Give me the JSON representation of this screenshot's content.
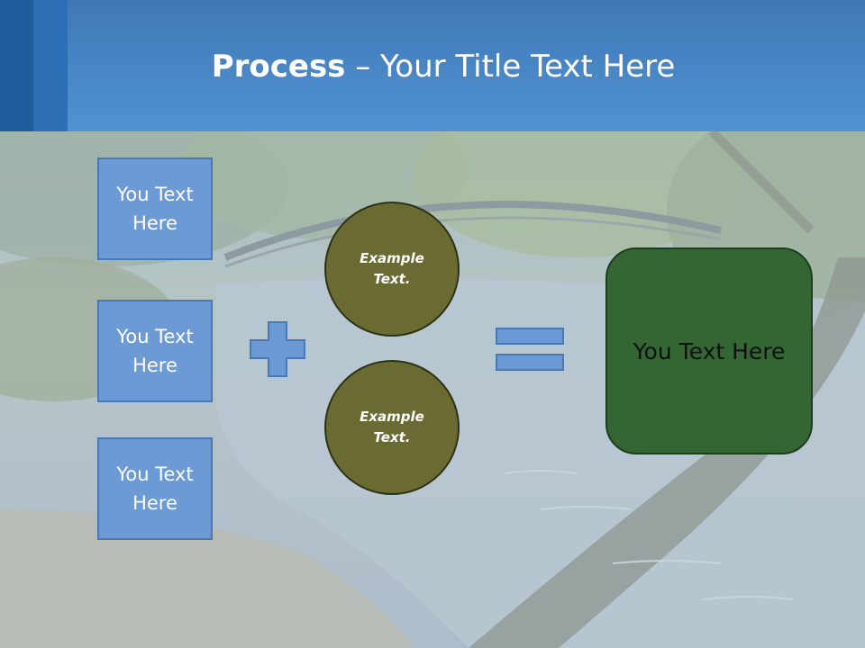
{
  "header": {
    "title_bold": "Process",
    "title_rest": " – Your Title Text Here"
  },
  "inputs": [
    {
      "label": "You Text Here"
    },
    {
      "label": "You Text Here"
    },
    {
      "label": "You Text Here"
    }
  ],
  "operators": {
    "plus_icon": "plus-icon",
    "equals_icon": "equals-icon"
  },
  "circles": [
    {
      "label": "Example Text."
    },
    {
      "label": "Example Text."
    }
  ],
  "result": {
    "label": "You Text Here"
  },
  "colors": {
    "header_blue": "#5192d2",
    "box_blue": "#6c9ad4",
    "circle_olive": "#6a6b33",
    "result_green": "#336633"
  }
}
